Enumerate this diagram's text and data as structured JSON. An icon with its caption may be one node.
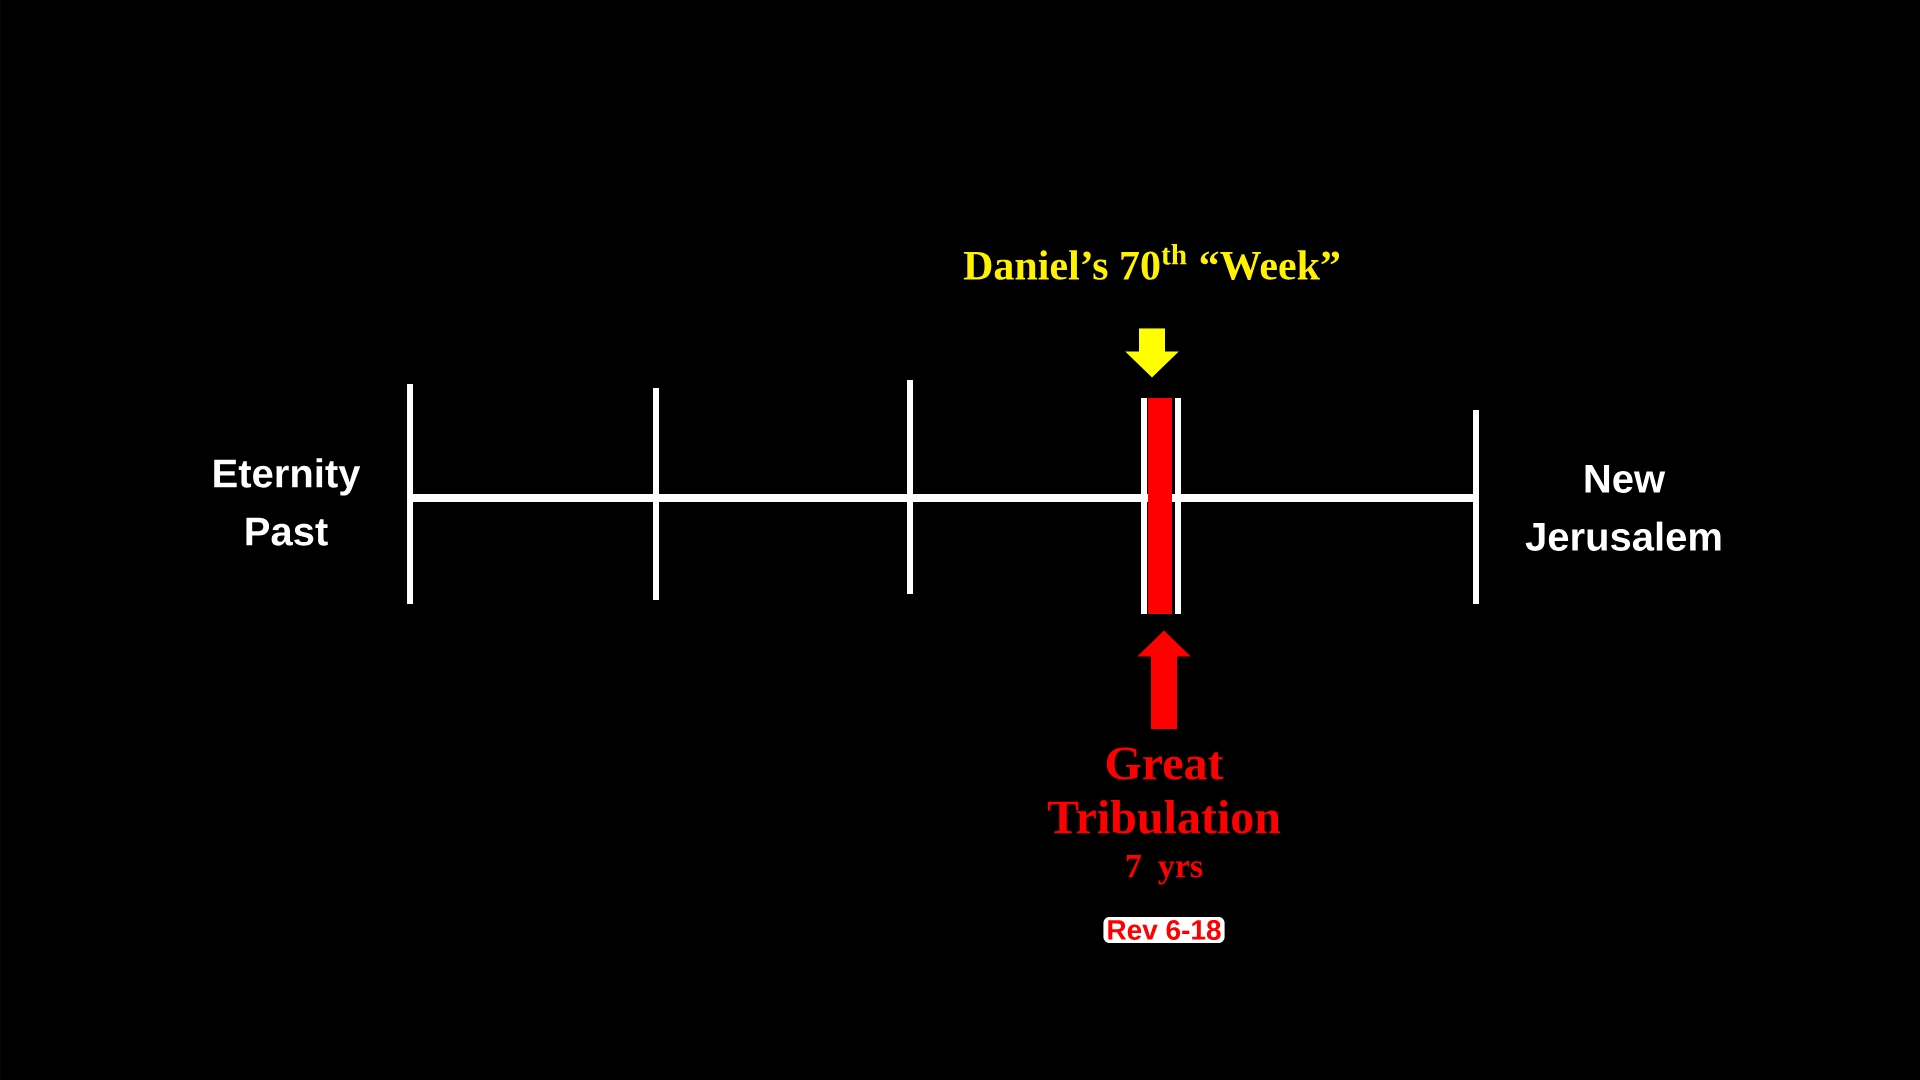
{
  "diagram": {
    "nodes": [
      {
        "text": [
          "Daniel’s 70$^{th}$ “Week”"
        ]
      },
      {
        "text": [],
        "shape": "bar"
      },
      {
        "text": [
          "Great Tribulation",
          "7 yrs",
          "Rev 6-18"
        ]
      }
    ],
    "edges": [
      {
        "from": 0,
        "to": 1,
        "arrow": "to",
        "color": "#ffff00"
      },
      {
        "from": 2,
        "to": 1,
        "arrow": "to",
        "color": "#ff0000"
      }
    ],
    "labels": [
      "Eternity Past",
      "New Jerusalem"
    ]
  }
}
